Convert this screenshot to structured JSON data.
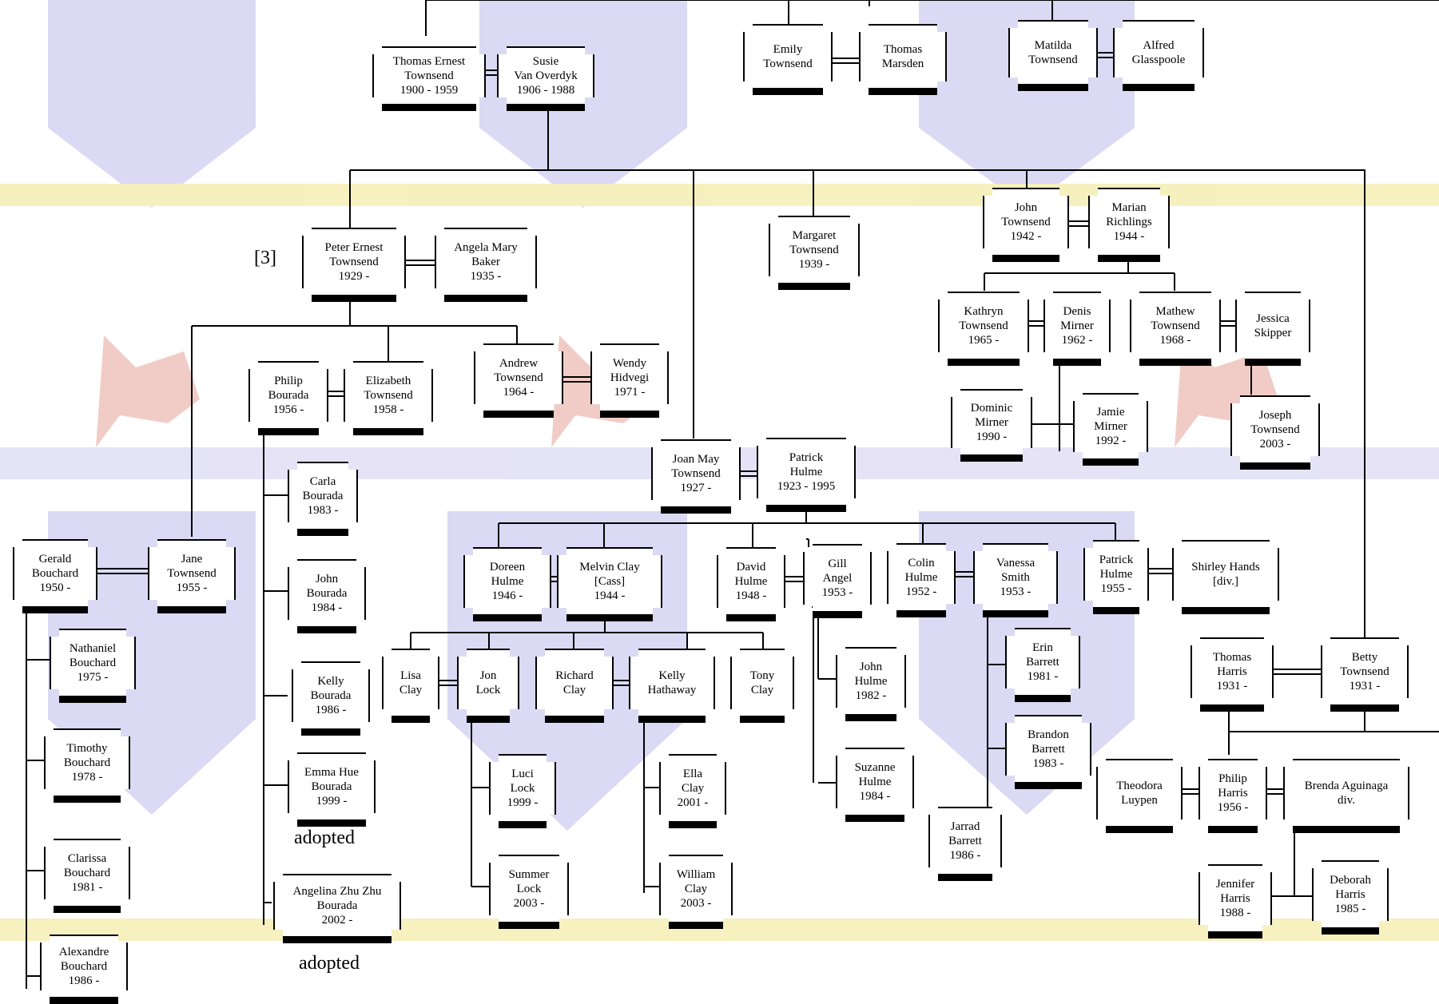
{
  "nodes": [
    {
      "id": "thomas-ernest",
      "text": "Thomas Ernest\nTownsend\n1900 - 1959"
    },
    {
      "id": "susie",
      "text": "Susie\nVan Overdyk\n1906 - 1988"
    },
    {
      "id": "emily",
      "text": "Emily\nTownsend"
    },
    {
      "id": "thomas-marsden",
      "text": "Thomas\nMarsden"
    },
    {
      "id": "matilda",
      "text": "Matilda\nTownsend"
    },
    {
      "id": "alfred",
      "text": "Alfred\nGlasspoole"
    },
    {
      "id": "peter",
      "text": "Peter Ernest\nTownsend\n1929 -"
    },
    {
      "id": "angela",
      "text": "Angela Mary\nBaker\n1935 -"
    },
    {
      "id": "margaret",
      "text": "Margaret\nTownsend\n1939 -"
    },
    {
      "id": "john-t",
      "text": "John\nTownsend\n1942 -"
    },
    {
      "id": "marian",
      "text": "Marian\nRichlings\n1944 -"
    },
    {
      "id": "kathryn",
      "text": "Kathryn\nTownsend\n1965 -"
    },
    {
      "id": "denis",
      "text": "Denis\nMirner\n1962 -"
    },
    {
      "id": "mathew",
      "text": "Mathew\nTownsend\n1968 -"
    },
    {
      "id": "jessica",
      "text": "Jessica\nSkipper"
    },
    {
      "id": "dominic",
      "text": "Dominic\nMirner\n1990 -"
    },
    {
      "id": "jamie",
      "text": "Jamie\nMirner\n1992 -"
    },
    {
      "id": "joseph",
      "text": "Joseph\nTownsend\n2003 -"
    },
    {
      "id": "philip-b",
      "text": "Philip\nBourada\n1956 -"
    },
    {
      "id": "elizabeth",
      "text": "Elizabeth\nTownsend\n1958 -"
    },
    {
      "id": "andrew",
      "text": "Andrew\nTownsend\n1964 -"
    },
    {
      "id": "wendy",
      "text": "Wendy\nHidvegi\n1971 -"
    },
    {
      "id": "joan",
      "text": "Joan May\nTownsend\n1927 -"
    },
    {
      "id": "patrick-h",
      "text": "Patrick\nHulme\n1923 - 1995"
    },
    {
      "id": "carla",
      "text": "Carla\nBourada\n1983 -"
    },
    {
      "id": "john-b",
      "text": "John\nBourada\n1984 -"
    },
    {
      "id": "kelly-b",
      "text": "Kelly\nBourada\n1986 -"
    },
    {
      "id": "emma",
      "text": "Emma Hue\nBourada\n1999 -"
    },
    {
      "id": "angelina",
      "text": "Angelina Zhu Zhu\nBourada\n2002 -"
    },
    {
      "id": "gerald",
      "text": "Gerald\nBouchard\n1950 -"
    },
    {
      "id": "jane",
      "text": "Jane\nTownsend\n1955 -"
    },
    {
      "id": "nathaniel",
      "text": "Nathaniel\nBouchard\n1975 -"
    },
    {
      "id": "timothy",
      "text": "Timothy\nBouchard\n1978 -"
    },
    {
      "id": "clarissa",
      "text": "Clarissa\nBouchard\n1981 -"
    },
    {
      "id": "alexandre",
      "text": "Alexandre\nBouchard\n1986 -"
    },
    {
      "id": "doreen",
      "text": "Doreen\nHulme\n1946 -"
    },
    {
      "id": "melvin",
      "text": "Melvin Clay\n[Cass]\n1944 -"
    },
    {
      "id": "david",
      "text": "David\nHulme\n1948 -"
    },
    {
      "id": "gill",
      "text": "Gill\nAngel\n1953 -"
    },
    {
      "id": "colin",
      "text": "Colin\nHulme\n1952 -"
    },
    {
      "id": "vanessa",
      "text": "Vanessa\nSmith\n1953 -"
    },
    {
      "id": "patrick-hu",
      "text": "Patrick\nHulme\n1955 -"
    },
    {
      "id": "shirley",
      "text": "Shirley Hands\n[div.]"
    },
    {
      "id": "lisa",
      "text": "Lisa\nClay"
    },
    {
      "id": "jon",
      "text": "Jon\nLock"
    },
    {
      "id": "richard",
      "text": "Richard\nClay"
    },
    {
      "id": "kelly-h",
      "text": "Kelly\nHathaway"
    },
    {
      "id": "tony",
      "text": "Tony\nClay"
    },
    {
      "id": "luci",
      "text": "Luci\nLock\n1999 -"
    },
    {
      "id": "summer",
      "text": "Summer\nLock\n2003 -"
    },
    {
      "id": "ella",
      "text": "Ella\nClay\n2001 -"
    },
    {
      "id": "william",
      "text": "William\nClay\n2003 -"
    },
    {
      "id": "john-h",
      "text": "John\nHulme\n1982 -"
    },
    {
      "id": "suzanne",
      "text": "Suzanne\nHulme\n1984 -"
    },
    {
      "id": "erin",
      "text": "Erin\nBarrett\n1981 -"
    },
    {
      "id": "brandon",
      "text": "Brandon\nBarrett\n1983 -"
    },
    {
      "id": "jarrad",
      "text": "Jarrad\nBarrett\n1986 -"
    },
    {
      "id": "thomas-harris",
      "text": "Thomas\nHarris\n1931 -"
    },
    {
      "id": "betty",
      "text": "Betty\nTownsend\n1931 -"
    },
    {
      "id": "theodora",
      "text": "Theodora\nLuypen"
    },
    {
      "id": "philip-h",
      "text": "Philip\nHarris\n1956 -"
    },
    {
      "id": "brenda",
      "text": "Brenda Aguinaga\ndiv."
    },
    {
      "id": "jennifer",
      "text": "Jennifer\nHarris\n1988 -"
    },
    {
      "id": "deborah",
      "text": "Deborah\nHarris\n1985 -"
    }
  ],
  "annotations": {
    "ref": "[3]",
    "adopted_1": "adopted",
    "adopted_2": "adopted"
  },
  "colors": {
    "line": "#000000",
    "box_bg": "#ffffff",
    "crest_blue": "#c9c6ee",
    "crest_yellow": "#f3e7a0",
    "crest_red": "#e6a39a"
  }
}
